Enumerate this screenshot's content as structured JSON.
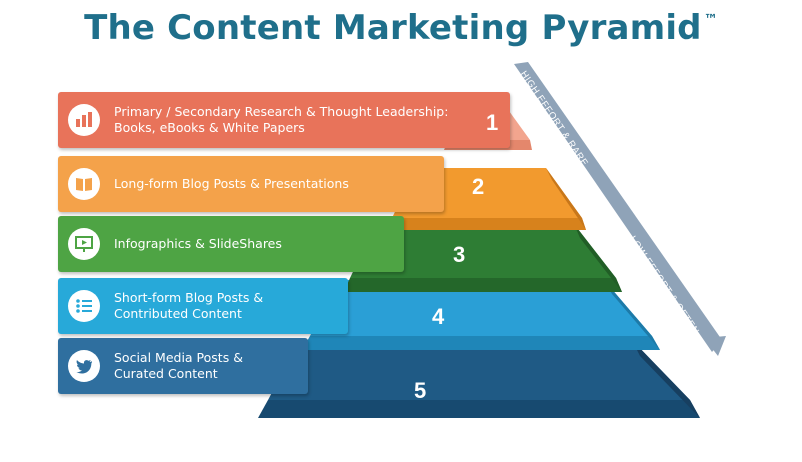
{
  "title": "The Content Marketing Pyramid",
  "trademark": "™",
  "arrow": {
    "top_label": "HIGH EFFORT & RARE",
    "bottom_label": "LOW EFFORT & OFTEN"
  },
  "levels": [
    {
      "number": "1",
      "label": "Primary / Secondary Research & Thought Leadership:\nBooks, eBooks & White Papers",
      "icon": "bar-chart-icon",
      "color": "#e8735a"
    },
    {
      "number": "2",
      "label": "Long-form Blog Posts & Presentations",
      "icon": "book-icon",
      "color": "#f4a24a"
    },
    {
      "number": "3",
      "label": "Infographics & SlideShares",
      "icon": "presentation-icon",
      "color": "#4ea444"
    },
    {
      "number": "4",
      "label": "Short-form Blog Posts &\nContributed Content",
      "icon": "list-icon",
      "color": "#27a9d9"
    },
    {
      "number": "5",
      "label": "Social Media Posts &\nCurated Content",
      "icon": "twitter-bird-icon",
      "color": "#2f6f9f"
    }
  ]
}
